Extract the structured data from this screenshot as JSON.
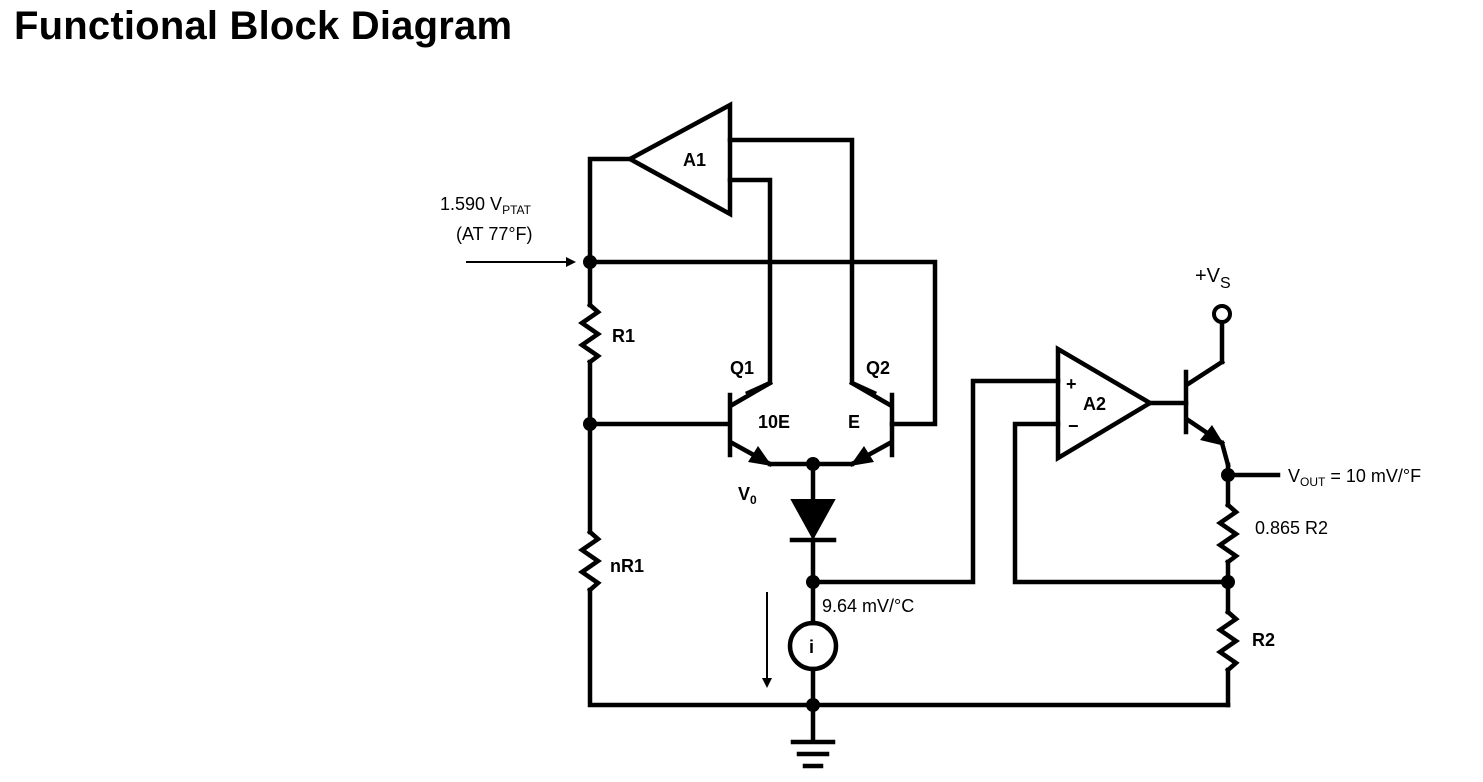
{
  "title": "Functional Block Diagram",
  "labels": {
    "a1": "A1",
    "a2": "A2",
    "q1": "Q1",
    "q2": "Q2",
    "q1_emitter": "10E",
    "q2_emitter": "E",
    "r1": "R1",
    "nr1": "nR1",
    "r2": "R2",
    "r2_upper": "0.865 R2",
    "v0": "V",
    "v0_sub": "0",
    "vptat_value": "1.590 V",
    "vptat_sub": "PTAT",
    "vptat_cond": "(AT 77°F)",
    "vs_prefix": "+V",
    "vs_sub": "S",
    "vout_v": "V",
    "vout_sub": "OUT",
    "vout_rest": " = 10 mV/°F",
    "node_slope": "9.64 mV/°C",
    "current_source": "i",
    "plus": "+",
    "minus": "−"
  }
}
